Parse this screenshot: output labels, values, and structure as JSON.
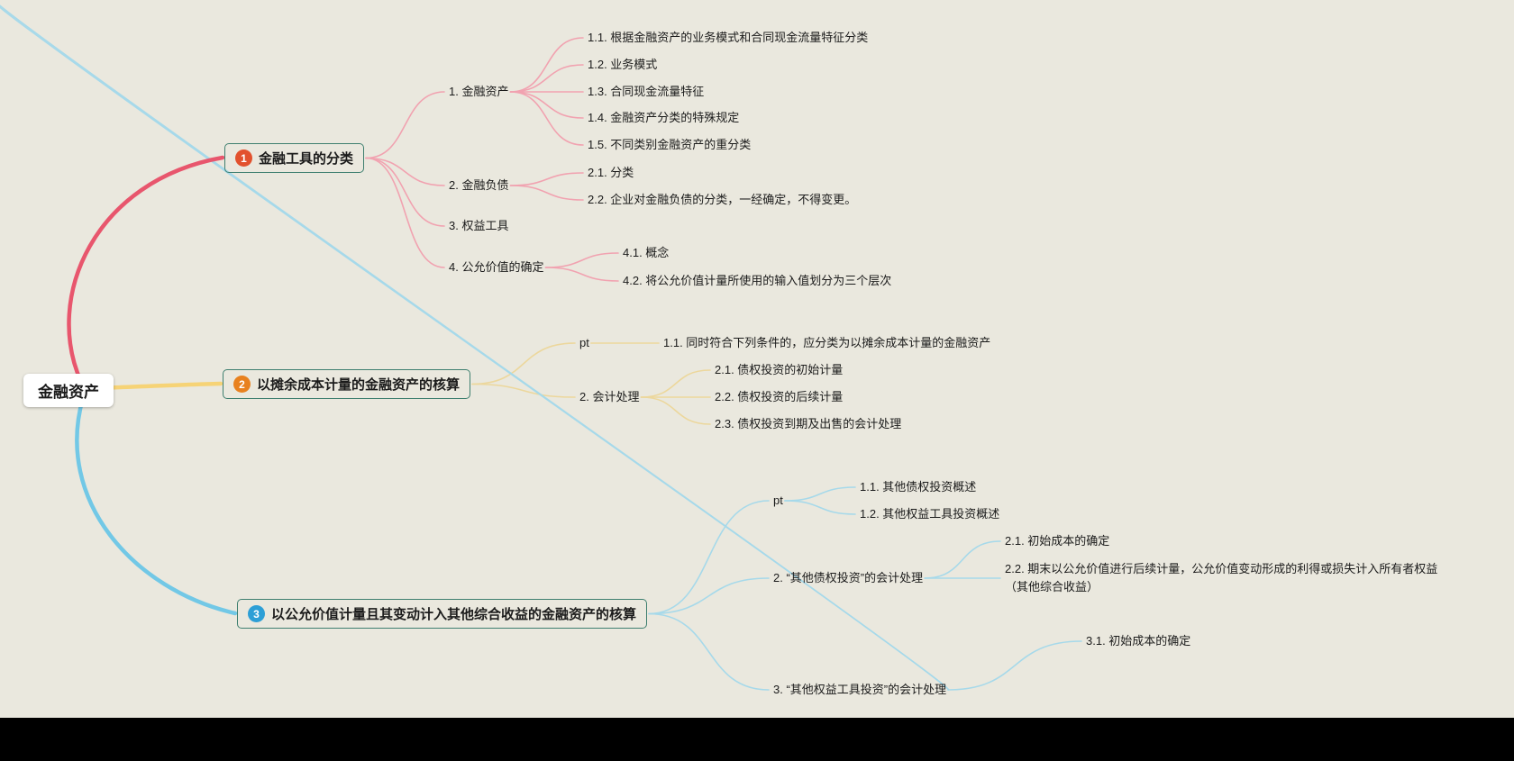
{
  "root": {
    "label": "金融资产"
  },
  "colors": {
    "background": "#eae8de",
    "box_border": "#3e7f6f",
    "root_bg": "#ffffff",
    "text": "#1b1b1b",
    "bottom_bar": "#000000"
  },
  "branches": [
    {
      "badge": "1",
      "badge_bg": "#e2512d",
      "color": "#e8566d",
      "line": "#f1a2b0",
      "title": "金融工具的分类",
      "children": [
        {
          "label": "1. 金融资产",
          "children": [
            {
              "label": "1.1. 根据金融资产的业务模式和合同现金流量特征分类"
            },
            {
              "label": "1.2. 业务模式"
            },
            {
              "label": "1.3. 合同现金流量特征"
            },
            {
              "label": "1.4. 金融资产分类的特殊规定"
            },
            {
              "label": "1.5. 不同类别金融资产的重分类"
            }
          ]
        },
        {
          "label": "2. 金融负债",
          "children": [
            {
              "label": "2.1. 分类"
            },
            {
              "label": "2.2. 企业对金融负债的分类，一经确定，不得变更。"
            }
          ]
        },
        {
          "label": "3. 权益工具",
          "children": []
        },
        {
          "label": "4. 公允价值的确定",
          "children": [
            {
              "label": "4.1. 概念"
            },
            {
              "label": "4.2. 将公允价值计量所使用的输入值划分为三个层次"
            }
          ]
        }
      ]
    },
    {
      "badge": "2",
      "badge_bg": "#e8811f",
      "color": "#f6d376",
      "line": "#ecd79c",
      "title": "以摊余成本计量的金融资产的核算",
      "children": [
        {
          "label": "pt",
          "children": [
            {
              "label": "1.1. 同时符合下列条件的，应分类为以摊余成本计量的金融资产"
            }
          ]
        },
        {
          "label": "2. 会计处理",
          "children": [
            {
              "label": "2.1. 债权投资的初始计量"
            },
            {
              "label": "2.2. 债权投资的后续计量"
            },
            {
              "label": "2.3. 债权投资到期及出售的会计处理"
            }
          ]
        }
      ]
    },
    {
      "badge": "3",
      "badge_bg": "#2d9fd6",
      "color": "#72c8e6",
      "line": "#a6d9ea",
      "title": "以公允价值计量且其变动计入其他综合收益的金融资产的核算",
      "children": [
        {
          "label": "pt",
          "children": [
            {
              "label": "1.1. 其他债权投资概述"
            },
            {
              "label": "1.2. 其他权益工具投资概述"
            }
          ]
        },
        {
          "label": "2. “其他债权投资”的会计处理",
          "children": [
            {
              "label": "2.1. 初始成本的确定"
            },
            {
              "label": "2.2. 期末以公允价值进行后续计量，公允价值变动形成的利得或损失计入所有者权益（其他综合收益）"
            }
          ]
        },
        {
          "label": "3. “其他权益工具投资”的会计处理",
          "children": [
            {
              "label": "3.1. 初始成本的确定"
            }
          ]
        }
      ]
    }
  ]
}
